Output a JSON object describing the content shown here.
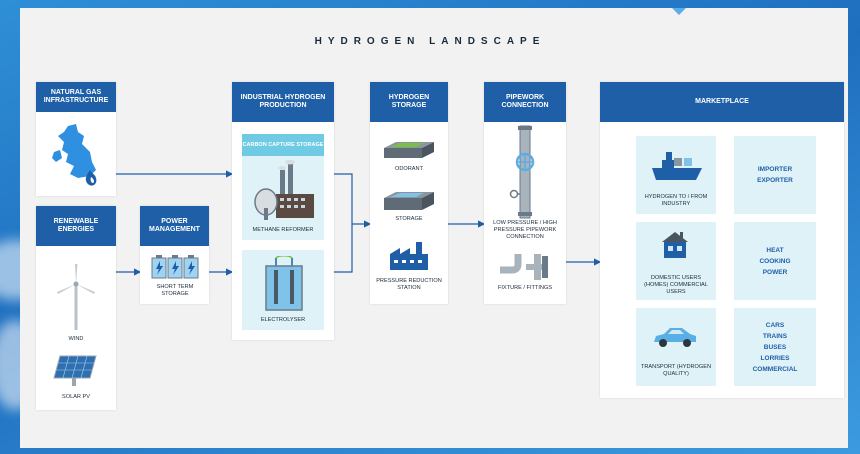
{
  "title": "HYDROGEN LANDSCAPE",
  "sources": {
    "natural_gas": "NATURAL GAS INFRASTRUCTURE",
    "renewable": "RENEWABLE ENERGIES",
    "wind": "WIND",
    "solar": "SOLAR PV"
  },
  "power_management": {
    "header": "POWER MANAGEMENT",
    "storage": "SHORT TERM STORAGE"
  },
  "industrial": {
    "header": "INDUSTRIAL HYDROGEN PRODUCTION",
    "carbon_capture": "CARBON CAPTURE STORAGE",
    "methane_reformer": "METHANE REFORMER",
    "electrolyser": "ELECTROLYSER"
  },
  "storage": {
    "header": "HYDROGEN STORAGE",
    "odorant": "ODORANT",
    "storage": "STORAGE",
    "pressure_reduction": "PRESSURE REDUCTION STATION"
  },
  "pipework": {
    "header": "PIPEWORK CONNECTION",
    "pressure": "LOW PRESSURE / HIGH PRESSURE PIPEWORK CONNECTION",
    "fixture": "FIXTURE / FITTINGS"
  },
  "marketplace": {
    "header": "MARKETPLACE",
    "rows": [
      {
        "label": "HYDROGEN TO / FROM INDUSTRY",
        "outputs": [
          "IMPORTER",
          "EXPORTER"
        ]
      },
      {
        "label": "DOMESTIC USERS (HOMES) COMMERCIAL USERS",
        "outputs": [
          "HEAT",
          "COOKING",
          "POWER"
        ]
      },
      {
        "label": "TRANSPORT (HYDROGEN QUALITY)",
        "outputs": [
          "CARS",
          "TRAINS",
          "BUSES",
          "LORRIES",
          "COMMERCIAL"
        ]
      }
    ]
  },
  "colors": {
    "header_blue": "#1f5fa8",
    "light_cyan": "#dff2f8",
    "accent_cyan": "#6fcbe3",
    "flame_blue": "#2f8fe0",
    "panel_bg": "#f2f2f2"
  }
}
